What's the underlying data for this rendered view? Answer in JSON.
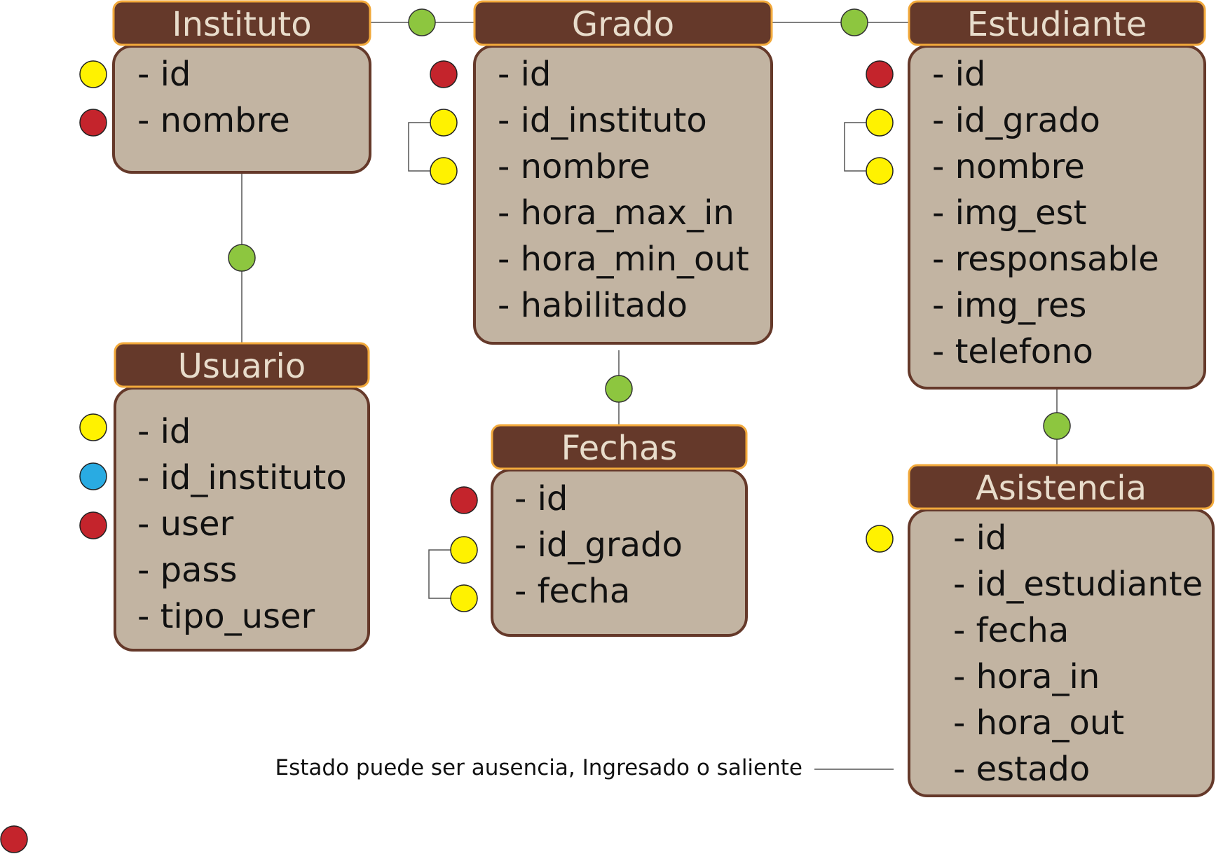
{
  "colors": {
    "header": "#65392a",
    "header_border": "#f2a93b",
    "body": "#c2b4a2",
    "body_border": "#65392a",
    "title_text": "#e8dccb",
    "key_red": "#c4242c",
    "key_yellow": "#fff200",
    "key_blue": "#29abe2",
    "relation_green": "#8dc63f"
  },
  "entities": [
    {
      "id": "instituto",
      "title": "Instituto",
      "fields": [
        "- id",
        "- nombre"
      ],
      "markers": [
        "yellow",
        "red"
      ]
    },
    {
      "id": "grado",
      "title": "Grado",
      "fields": [
        "- id",
        "- id_instituto",
        "- nombre",
        "- hora_max_in",
        "- hora_min_out",
        "- habilitado"
      ],
      "markers": [
        "red",
        "yellow",
        "yellow"
      ]
    },
    {
      "id": "estudiante",
      "title": "Estudiante",
      "fields": [
        "- id",
        "- id_grado",
        "- nombre",
        "- img_est",
        "- responsable",
        "- img_res",
        "- telefono"
      ],
      "markers": [
        "red",
        "yellow",
        "yellow"
      ]
    },
    {
      "id": "usuario",
      "title": "Usuario",
      "fields": [
        "- id",
        "- id_instituto",
        "- user",
        "- pass",
        "- tipo_user"
      ],
      "markers": [
        "yellow",
        "blue",
        "red"
      ]
    },
    {
      "id": "fechas",
      "title": "Fechas",
      "fields": [
        "- id",
        "- id_grado",
        "- fecha"
      ],
      "markers": [
        "red",
        "yellow",
        "yellow"
      ]
    },
    {
      "id": "asistencia",
      "title": "Asistencia",
      "fields": [
        "- id",
        "- id_estudiante",
        "- fecha",
        "- hora_in",
        "- hora_out",
        "- estado"
      ],
      "markers": [
        "yellow"
      ]
    }
  ],
  "relations": [
    {
      "from": "instituto",
      "to": "grado"
    },
    {
      "from": "grado",
      "to": "estudiante"
    },
    {
      "from": "instituto",
      "to": "usuario"
    },
    {
      "from": "grado",
      "to": "fechas"
    },
    {
      "from": "estudiante",
      "to": "asistencia"
    }
  ],
  "note": "Estado puede ser ausencia, Ingresado o saliente",
  "legend_marker": "red"
}
